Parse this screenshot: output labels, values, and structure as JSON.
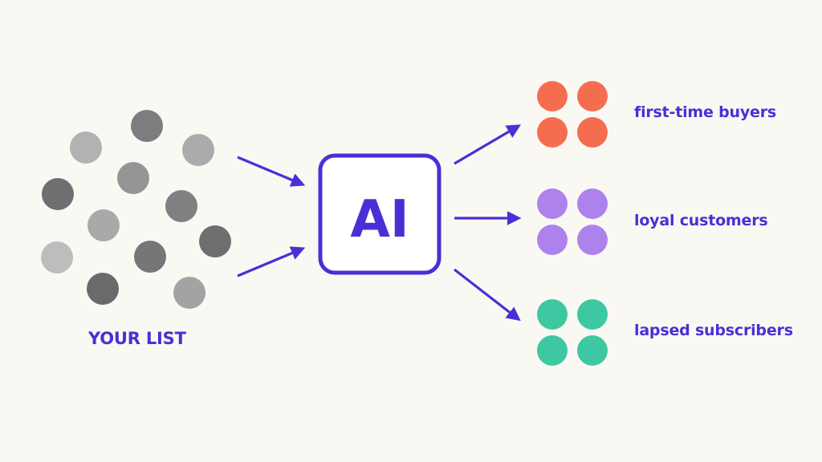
{
  "list": {
    "label": "YOUR LIST",
    "dot_colors": [
      "#7d7d80",
      "#b2b2b2",
      "#ababab",
      "#959595",
      "#6f6f71",
      "#808082",
      "#a9a9a9",
      "#6e6e70",
      "#bdbdbd",
      "#767678",
      "#6a6a6c",
      "#a3a3a3"
    ]
  },
  "ai_box": {
    "label": "AI",
    "accent": "#4b2fd6"
  },
  "segments": [
    {
      "label": "first-time buyers",
      "color": "#f56d4f"
    },
    {
      "label": "loyal customers",
      "color": "#ad82ec"
    },
    {
      "label": "lapsed subscribers",
      "color": "#3ec8a1"
    }
  ],
  "colors": {
    "background": "#faf8f3",
    "accent": "#4b2fd6"
  }
}
